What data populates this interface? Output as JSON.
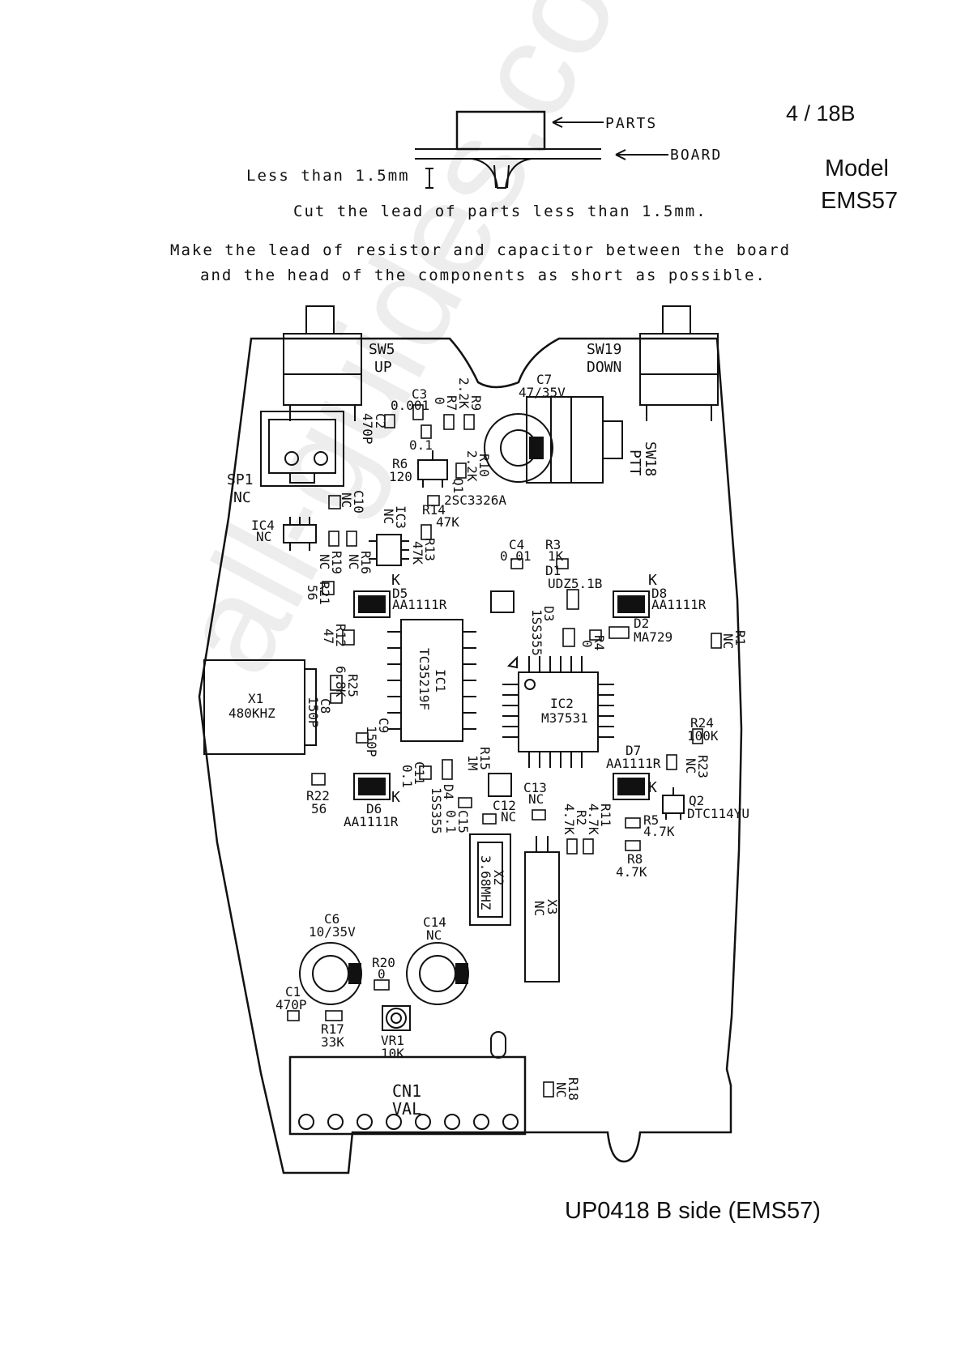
{
  "header": {
    "page_number": "4 / 18B",
    "model_label": "Model",
    "model_name": "EMS57"
  },
  "notes": {
    "parts": "PARTS",
    "board": "BOARD",
    "less_than": "Less than 1.5mm",
    "cut_lead": "Cut the lead of parts less than 1.5mm.",
    "lead_line1": "Make the lead of resistor and capacitor between the board",
    "lead_line2": "and the head of the components as short as possible."
  },
  "footer": {
    "caption": "UP0418 B  side (EMS57)"
  },
  "watermark": "all-guides.com",
  "components": [
    {
      "id": "sw5",
      "text": "SW5"
    },
    {
      "id": "sw5v",
      "text": "UP"
    },
    {
      "id": "sw19",
      "text": "SW19"
    },
    {
      "id": "sw19v",
      "text": "DOWN"
    },
    {
      "id": "sw18",
      "text": "SW18"
    },
    {
      "id": "sw18v",
      "text": "PTT"
    },
    {
      "id": "c7",
      "text": "C7"
    },
    {
      "id": "c7v",
      "text": "47/35V"
    },
    {
      "id": "c3",
      "text": "C3"
    },
    {
      "id": "c3v",
      "text": "0.001"
    },
    {
      "id": "c2",
      "text": "C2"
    },
    {
      "id": "c2v",
      "text": "470P"
    },
    {
      "id": "r7",
      "text": "R7"
    },
    {
      "id": "r7v",
      "text": "0"
    },
    {
      "id": "r9",
      "text": "R9"
    },
    {
      "id": "r9v",
      "text": "2.2K"
    },
    {
      "id": "c5v",
      "text": "0.1"
    },
    {
      "id": "r6",
      "text": "R6"
    },
    {
      "id": "r6v",
      "text": "120"
    },
    {
      "id": "r10",
      "text": "R10"
    },
    {
      "id": "r10v",
      "text": "2.2K"
    },
    {
      "id": "q1",
      "text": "Q1"
    },
    {
      "id": "q1v",
      "text": "2SC3326A"
    },
    {
      "id": "sp1",
      "text": "SP1"
    },
    {
      "id": "sp1v",
      "text": "NC"
    },
    {
      "id": "c10",
      "text": "C10"
    },
    {
      "id": "c10v",
      "text": "NC"
    },
    {
      "id": "r14",
      "text": "R14"
    },
    {
      "id": "r14v",
      "text": "47K"
    },
    {
      "id": "ic4",
      "text": "IC4"
    },
    {
      "id": "ic4v",
      "text": "NC"
    },
    {
      "id": "ic3",
      "text": "IC3"
    },
    {
      "id": "ic3v",
      "text": "NC"
    },
    {
      "id": "r19",
      "text": "R19"
    },
    {
      "id": "r19v",
      "text": "NC"
    },
    {
      "id": "r16",
      "text": "R16"
    },
    {
      "id": "r16v",
      "text": "NC"
    },
    {
      "id": "r13",
      "text": "R13"
    },
    {
      "id": "r13v",
      "text": "47K"
    },
    {
      "id": "c4",
      "text": "C4"
    },
    {
      "id": "c4v",
      "text": "0.01"
    },
    {
      "id": "r3",
      "text": "R3"
    },
    {
      "id": "r3v",
      "text": "1K"
    },
    {
      "id": "d1",
      "text": "D1"
    },
    {
      "id": "d1v",
      "text": "UDZ5.1B"
    },
    {
      "id": "r21",
      "text": "R21"
    },
    {
      "id": "r21v",
      "text": "56"
    },
    {
      "id": "k1",
      "text": "K"
    },
    {
      "id": "d5",
      "text": "D5"
    },
    {
      "id": "d5v",
      "text": "AA1111R"
    },
    {
      "id": "k2",
      "text": "K"
    },
    {
      "id": "d8",
      "text": "D8"
    },
    {
      "id": "d8v",
      "text": "AA1111R"
    },
    {
      "id": "d3",
      "text": "D3"
    },
    {
      "id": "d3v",
      "text": "1SS355"
    },
    {
      "id": "r4",
      "text": "R4"
    },
    {
      "id": "r4v",
      "text": "0"
    },
    {
      "id": "d2",
      "text": "D2"
    },
    {
      "id": "d2v",
      "text": "MA729"
    },
    {
      "id": "r1",
      "text": "R1"
    },
    {
      "id": "r1v",
      "text": "NC"
    },
    {
      "id": "r12",
      "text": "R12"
    },
    {
      "id": "r12v",
      "text": "47"
    },
    {
      "id": "ic1",
      "text": "IC1"
    },
    {
      "id": "ic1v",
      "text": "TC35219F"
    },
    {
      "id": "x1",
      "text": "X1"
    },
    {
      "id": "x1v",
      "text": "480KHZ"
    },
    {
      "id": "r25",
      "text": "R25"
    },
    {
      "id": "r25v",
      "text": "6.8K"
    },
    {
      "id": "c8",
      "text": "C8"
    },
    {
      "id": "c8v",
      "text": "150P"
    },
    {
      "id": "c9",
      "text": "C9"
    },
    {
      "id": "c9v",
      "text": "150P"
    },
    {
      "id": "ic2",
      "text": "IC2"
    },
    {
      "id": "ic2v",
      "text": "M37531"
    },
    {
      "id": "r24",
      "text": "R24"
    },
    {
      "id": "r24v",
      "text": "100K"
    },
    {
      "id": "r15",
      "text": "R15"
    },
    {
      "id": "r15v",
      "text": "1M"
    },
    {
      "id": "c11",
      "text": "C11"
    },
    {
      "id": "c11v",
      "text": "0.1"
    },
    {
      "id": "d7",
      "text": "D7"
    },
    {
      "id": "d7v",
      "text": "AA1111R"
    },
    {
      "id": "r23",
      "text": "R23"
    },
    {
      "id": "r23v",
      "text": "NC"
    },
    {
      "id": "k3",
      "text": "K"
    },
    {
      "id": "r22",
      "text": "R22"
    },
    {
      "id": "r22v",
      "text": "56"
    },
    {
      "id": "k4",
      "text": "K"
    },
    {
      "id": "d6",
      "text": "D6"
    },
    {
      "id": "d6v",
      "text": "AA1111R"
    },
    {
      "id": "d4",
      "text": "D4"
    },
    {
      "id": "d4v",
      "text": "1SS355"
    },
    {
      "id": "c15",
      "text": "C15"
    },
    {
      "id": "c15v",
      "text": "0.1"
    },
    {
      "id": "c12",
      "text": "C12"
    },
    {
      "id": "c12v",
      "text": "NC"
    },
    {
      "id": "c13",
      "text": "C13"
    },
    {
      "id": "c13v",
      "text": "NC"
    },
    {
      "id": "r2",
      "text": "R2"
    },
    {
      "id": "r2v",
      "text": "4.7K"
    },
    {
      "id": "r11",
      "text": "R11"
    },
    {
      "id": "r11v",
      "text": "4.7K"
    },
    {
      "id": "q2",
      "text": "Q2"
    },
    {
      "id": "q2v",
      "text": "DTC114YU"
    },
    {
      "id": "r5",
      "text": "R5"
    },
    {
      "id": "r5v",
      "text": "4.7K"
    },
    {
      "id": "r8",
      "text": "R8"
    },
    {
      "id": "r8v",
      "text": "4.7K"
    },
    {
      "id": "x2",
      "text": "X2"
    },
    {
      "id": "x2v",
      "text": "3.68MHZ"
    },
    {
      "id": "x3",
      "text": "X3"
    },
    {
      "id": "x3v",
      "text": "NC"
    },
    {
      "id": "c6",
      "text": "C6"
    },
    {
      "id": "c6v",
      "text": "10/35V"
    },
    {
      "id": "c14",
      "text": "C14"
    },
    {
      "id": "c14v",
      "text": "NC"
    },
    {
      "id": "r20",
      "text": "R20"
    },
    {
      "id": "r20v",
      "text": "0"
    },
    {
      "id": "c1",
      "text": "C1"
    },
    {
      "id": "c1v",
      "text": "470P"
    },
    {
      "id": "r17",
      "text": "R17"
    },
    {
      "id": "r17v",
      "text": "33K"
    },
    {
      "id": "vr1",
      "text": "VR1"
    },
    {
      "id": "vr1v",
      "text": "10K"
    },
    {
      "id": "cn1",
      "text": "CN1"
    },
    {
      "id": "cn1v",
      "text": "VAL"
    },
    {
      "id": "r18",
      "text": "R18"
    },
    {
      "id": "r18v",
      "text": "NC"
    }
  ]
}
